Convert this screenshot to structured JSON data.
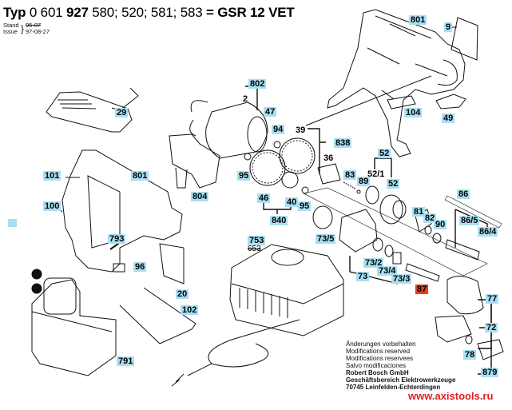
{
  "header": {
    "typ_label": "Typ",
    "part_prefix": "0 601",
    "part_bold": "927",
    "variants": "580; 520; 581; 583",
    "equals": "=",
    "model": "GSR 12 VET",
    "stand_label": "Stand",
    "stand_value": "95-07",
    "issue_label": "Issue",
    "issue_value": "97-08-27"
  },
  "callouts": [
    {
      "id": "801",
      "ref": "801"
    },
    {
      "id": "9",
      "ref": "9"
    },
    {
      "id": "802",
      "ref": "802"
    },
    {
      "id": "2",
      "ref": "2"
    },
    {
      "id": "47",
      "ref": "47"
    },
    {
      "id": "104",
      "ref": "104"
    },
    {
      "id": "49",
      "ref": "49"
    },
    {
      "id": "29",
      "ref": "29"
    },
    {
      "id": "94",
      "ref": "94"
    },
    {
      "id": "39",
      "ref": "39"
    },
    {
      "id": "838",
      "ref": "838"
    },
    {
      "id": "36",
      "ref": "36"
    },
    {
      "id": "101",
      "ref": "101"
    },
    {
      "id": "801b",
      "ref": "801"
    },
    {
      "id": "95a",
      "ref": "95"
    },
    {
      "id": "804",
      "ref": "804"
    },
    {
      "id": "52a",
      "ref": "52"
    },
    {
      "id": "83",
      "ref": "83"
    },
    {
      "id": "89",
      "ref": "89"
    },
    {
      "id": "52_1",
      "ref": "52/1"
    },
    {
      "id": "52b",
      "ref": "52"
    },
    {
      "id": "86",
      "ref": "86"
    },
    {
      "id": "100",
      "ref": "100"
    },
    {
      "id": "46",
      "ref": "46"
    },
    {
      "id": "40",
      "ref": "40"
    },
    {
      "id": "95b",
      "ref": "95"
    },
    {
      "id": "840",
      "ref": "840"
    },
    {
      "id": "81",
      "ref": "81"
    },
    {
      "id": "82",
      "ref": "82"
    },
    {
      "id": "90",
      "ref": "90"
    },
    {
      "id": "86_5",
      "ref": "86/5"
    },
    {
      "id": "86_4",
      "ref": "86/4"
    },
    {
      "id": "73_5",
      "ref": "73/5"
    },
    {
      "id": "753",
      "ref": "753"
    },
    {
      "id": "653",
      "ref": "653"
    },
    {
      "id": "793",
      "ref": "793"
    },
    {
      "id": "96",
      "ref": "96"
    },
    {
      "id": "73_2",
      "ref": "73/2"
    },
    {
      "id": "73_4",
      "ref": "73/4"
    },
    {
      "id": "73",
      "ref": "73"
    },
    {
      "id": "73_3",
      "ref": "73/3"
    },
    {
      "id": "87",
      "ref": "87"
    },
    {
      "id": "20",
      "ref": "20"
    },
    {
      "id": "77",
      "ref": "77"
    },
    {
      "id": "102",
      "ref": "102"
    },
    {
      "id": "72",
      "ref": "72"
    },
    {
      "id": "78",
      "ref": "78"
    },
    {
      "id": "791",
      "ref": "791"
    },
    {
      "id": "879",
      "ref": "879"
    }
  ],
  "battery_terminals": {
    "plus": "+",
    "minus": "−"
  },
  "notes": [
    "Änderungen vorbehalten",
    "Modifications reserved",
    "Modifications reservees",
    "Salvo modificaciones"
  ],
  "company": [
    "Robert Bosch GmbH",
    "Geschäftsbereich Elektrowerkzeuge",
    "70745 Leinfelden-Echterdingen"
  ],
  "watermark": "www.axistools.ru",
  "colors": {
    "label_bg": "#a8dff2",
    "highlight": "#e0401c",
    "watermark": "#e02020"
  }
}
